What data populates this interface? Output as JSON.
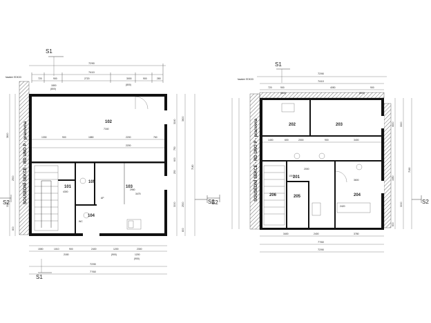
{
  "plan_left": {
    "section_top": "S1",
    "section_bottom": "S1",
    "section_right": "S2",
    "section_left": "S2",
    "side_label": "SOUSEDNÍ SEKCE - RD UNO P - pracovna",
    "corner_note": "fasádní\nEDK33",
    "dims_top": [
      "7290",
      "7410",
      "720",
      "900",
      "1800",
      "(800)",
      "2720",
      "3000",
      "(800)",
      "900",
      "280"
    ],
    "dims_bottom": [
      "1550",
      "1010",
      "900",
      "2400",
      "1200",
      "2300",
      "2180",
      "(900)",
      "1200",
      "(900)",
      "7290",
      "7760"
    ],
    "dims_right": [
      "3160",
      "3600",
      "750",
      "600",
      "7180",
      "250",
      "3000",
      "2500",
      "800"
    ],
    "dims_left": [
      "3600",
      "2500",
      "3000",
      "800"
    ],
    "rooms": [
      {
        "id": "102",
        "area": "7160"
      },
      {
        "id": "103",
        "area": "2960"
      },
      {
        "id": "101",
        "area": "4300"
      },
      {
        "id": "105",
        "area": ""
      },
      {
        "id": "104",
        "area": ""
      }
    ],
    "inner_dims": [
      "1330",
      "900",
      "1880",
      "2200",
      "2200",
      "760",
      "3475",
      "2960",
      "AP",
      "WC"
    ]
  },
  "plan_right": {
    "section_top": "S1",
    "section_right": "S2",
    "section_left": "S2",
    "side_label": "SOUSEDNÍ SEKCE - RD UNO P - pracovna",
    "corner_note": "fasádní\nEDK33",
    "dims_top": [
      "7290",
      "7410",
      "720",
      "900",
      "(800)",
      "4050",
      "(800)",
      "900"
    ],
    "dims_bottom": [
      "3400",
      "2400",
      "3780",
      "7760",
      "7290"
    ],
    "dims_right": [
      "4300",
      "3300",
      "7180",
      "1650",
      "3000",
      "600"
    ],
    "rooms": [
      {
        "id": "202",
        "area": ""
      },
      {
        "id": "203",
        "area": ""
      },
      {
        "id": "201",
        "area": ""
      },
      {
        "id": "206",
        "area": ""
      },
      {
        "id": "205",
        "area": ""
      },
      {
        "id": "204",
        "area": ""
      }
    ],
    "inner_dims": [
      "1400",
      "600",
      "2000",
      "900",
      "3400",
      "2000",
      "1010",
      "3600",
      "2420"
    ]
  }
}
